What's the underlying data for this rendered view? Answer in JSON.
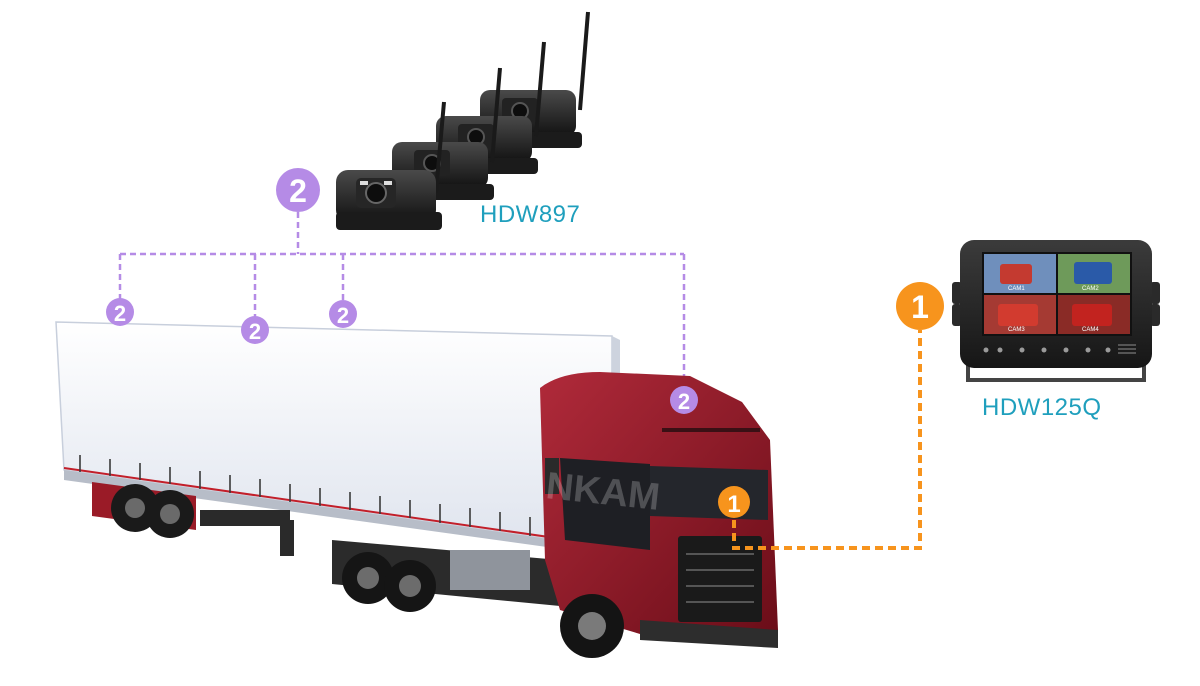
{
  "products": {
    "cameras": {
      "model": "HDW897",
      "badge": "2"
    },
    "monitor": {
      "model": "HDW125Q",
      "badge": "1"
    }
  },
  "monitor_screen": {
    "cams": [
      "CAM1",
      "CAM2",
      "CAM3",
      "CAM4"
    ]
  },
  "markers": {
    "camera_mounts": [
      "2",
      "2",
      "2",
      "2"
    ],
    "cab_camera": "1"
  },
  "watermark": "NKAM",
  "colors": {
    "camera_link": "#b58be6",
    "monitor_link": "#f7941d",
    "label": "#1f9fbd",
    "trailer": "#f4f6fb",
    "cab": "#8c1624"
  }
}
